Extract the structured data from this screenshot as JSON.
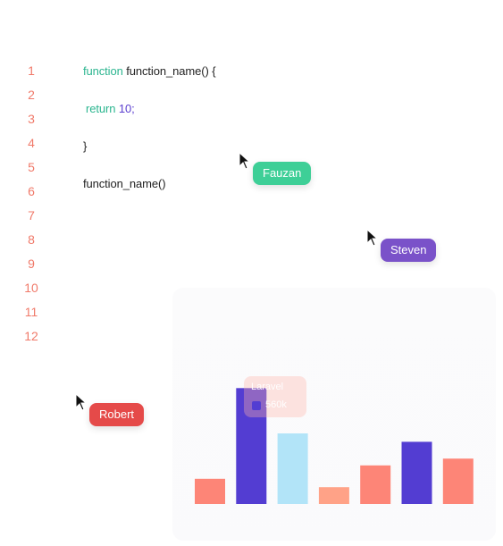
{
  "editor": {
    "line_numbers": [
      "1",
      "2",
      "3",
      "4",
      "5",
      "6",
      "7",
      "8",
      "9",
      "10",
      "11",
      "12"
    ],
    "code": {
      "line1_kw": "function",
      "line1_rest": " function_name() {",
      "line3_kw": "return",
      "line3_num": "10;",
      "line5": "}",
      "line7": "function_name()"
    }
  },
  "collaborators": [
    {
      "name": "Fauzan",
      "color": "#3ecf97"
    },
    {
      "name": "Steven",
      "color": "#7a52c9"
    },
    {
      "name": "Robert",
      "color": "#e54a49"
    }
  ],
  "chart_data": {
    "type": "bar",
    "values": [
      30,
      138,
      84,
      20,
      46,
      74,
      54
    ],
    "colors": [
      "#fd8577",
      "#533dd2",
      "#b2e4f8",
      "#ffa287",
      "#fd8577",
      "#533dd2",
      "#fd8577"
    ],
    "ylim": [
      0,
      150
    ],
    "tooltip": {
      "title": "Laravel",
      "value": "560k",
      "color": "#533dd2"
    }
  }
}
